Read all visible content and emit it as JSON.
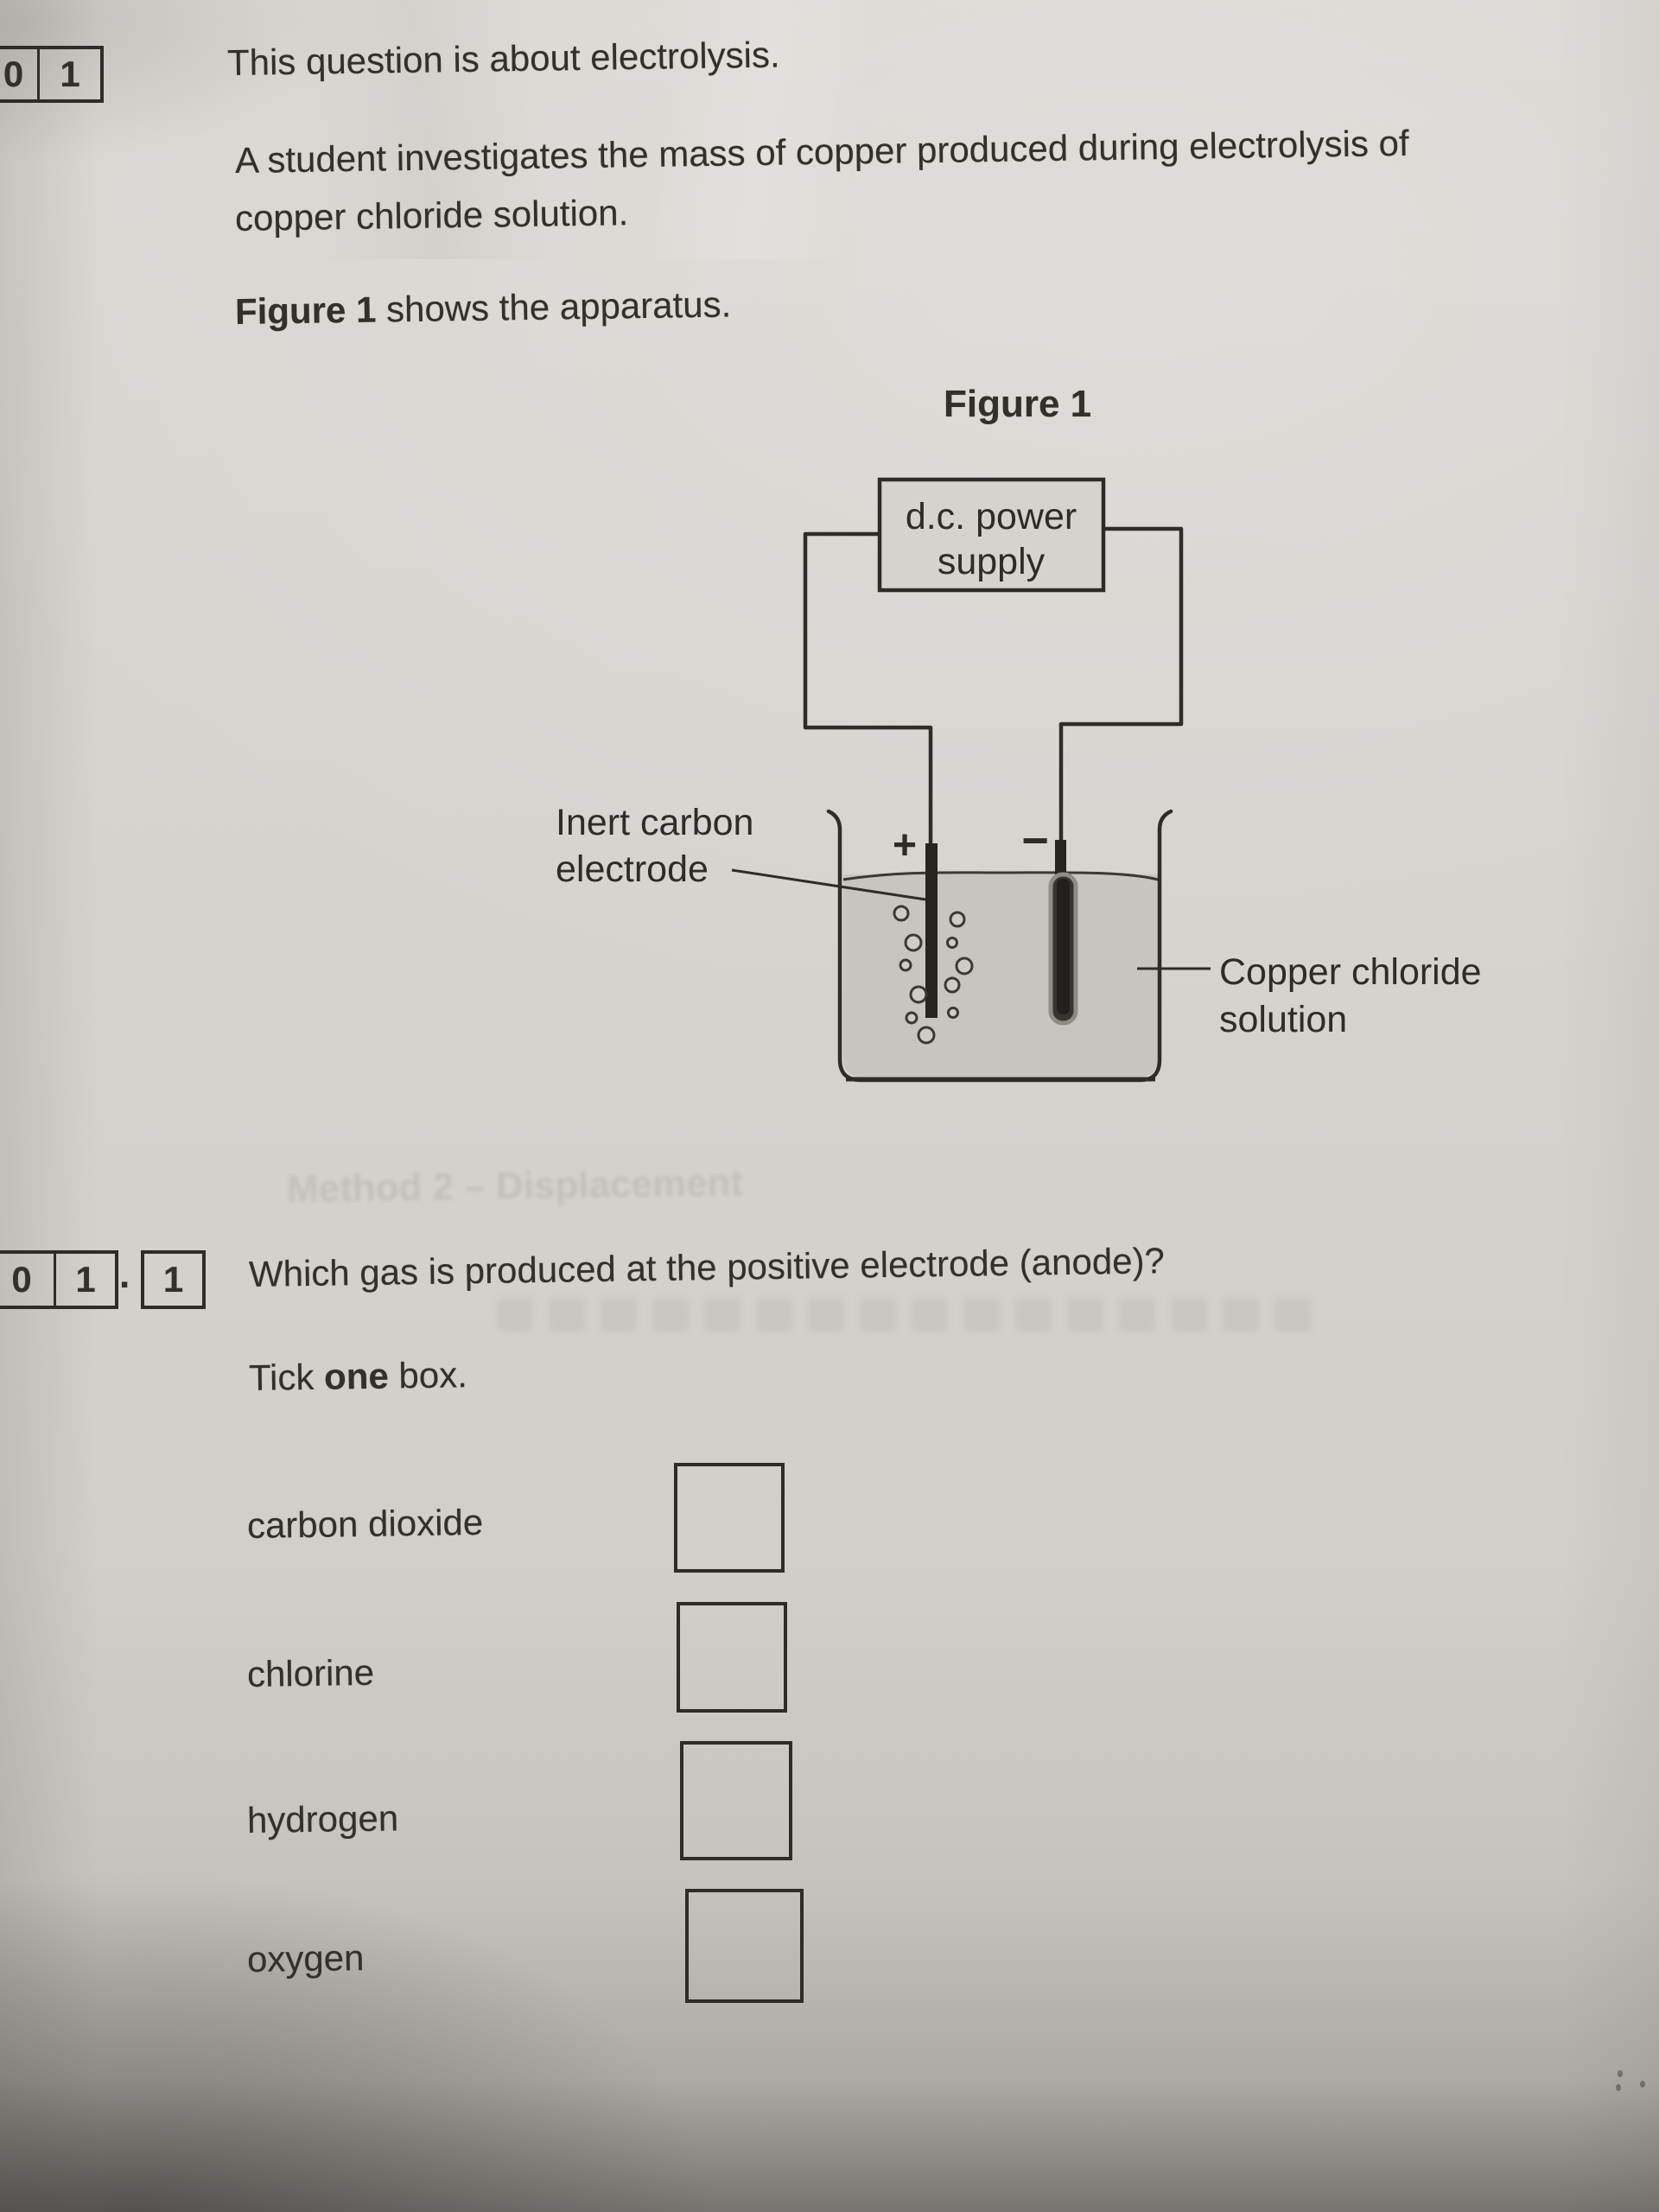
{
  "page": {
    "question_number": {
      "cells": [
        "0",
        "1"
      ]
    },
    "intro": "This question is about electrolysis.",
    "paragraph": {
      "line1": "A student investigates the mass of copper produced during electrolysis of",
      "line2": "copper chloride solution."
    },
    "figure_reference": {
      "bold": "Figure 1",
      "rest": " shows the apparatus."
    }
  },
  "figure": {
    "title": "Figure 1",
    "power_supply": {
      "line1": "d.c. power",
      "line2": "supply"
    },
    "positive_sign": "+",
    "negative_sign": "−",
    "labels": {
      "electrode": {
        "line1": "Inert carbon",
        "line2": "electrode"
      },
      "solution": {
        "line1": "Copper chloride",
        "line2": "solution"
      }
    }
  },
  "sub_question": {
    "number": {
      "main_cells": [
        "0",
        "1"
      ],
      "separator": ".",
      "sub_cell": "1"
    },
    "prompt": "Which gas is produced at the positive electrode (anode)?",
    "tick_instruction": {
      "prefix": "Tick ",
      "bold": "one",
      "suffix": " box."
    },
    "options": [
      {
        "label": "carbon dioxide",
        "checked": false
      },
      {
        "label": "chlorine",
        "checked": false
      },
      {
        "label": "hydrogen",
        "checked": false
      },
      {
        "label": "oxygen",
        "checked": false
      }
    ]
  },
  "ghost_bleed_through": {
    "line": "Method 2 – Displacement"
  },
  "colors": {
    "paper": "#d6d3cf",
    "ink": "#2e2b28",
    "liquid": "#c8c5c1",
    "electrode": "#262421"
  }
}
